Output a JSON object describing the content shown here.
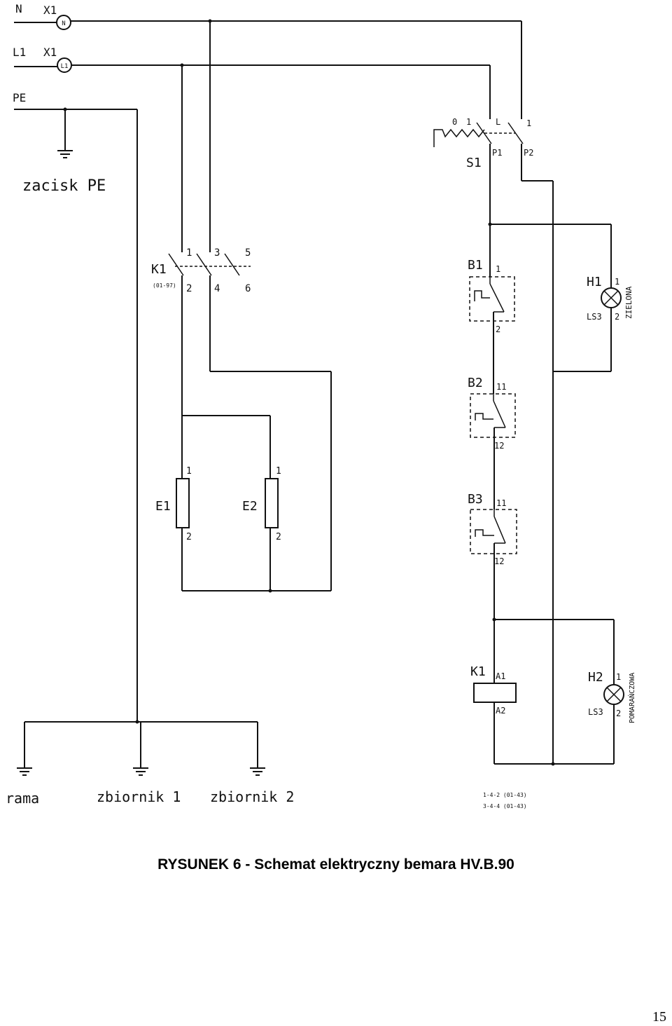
{
  "diagram": {
    "labels": {
      "n": "N",
      "x1_n": "X1",
      "term_n": "N",
      "l1": "L1",
      "x1_l1": "X1",
      "term_l1": "L1",
      "pe": "PE",
      "pe_clamp": "zacisk PE",
      "k1": "K1",
      "k1_sub": "(01-97)",
      "k1_c1": "1",
      "k1_c3": "3",
      "k1_c5": "5",
      "k1_c2": "2",
      "k1_c4": "4",
      "k1_c6": "6",
      "e1": "E1",
      "e1_p1": "1",
      "e1_p2": "2",
      "e2": "E2",
      "e2_p1": "1",
      "e2_p2": "2",
      "s1": "S1",
      "s1_0": "0",
      "s1_1": "1",
      "s1_l": "L",
      "s1_1b": "1",
      "p1": "P1",
      "p2": "P2",
      "b1": "B1",
      "b1_t1": "1",
      "b1_t2": "2",
      "b2": "B2",
      "b2_t1": "11",
      "b2_t2": "12",
      "b3": "B3",
      "b3_t1": "11",
      "b3_t2": "12",
      "h1": "H1",
      "h1_ls": "LS3",
      "h1_p1": "1",
      "h1_p2": "2",
      "h1_color": "ZIELONA",
      "h2": "H2",
      "h2_ls": "LS3",
      "h2_p1": "1",
      "h2_p2": "2",
      "h2_color": "POMARAŃCZOWA",
      "k1_coil": "K1",
      "a1": "A1",
      "a2": "A2",
      "rama": "rama",
      "zbiornik1": "zbiornik 1",
      "zbiornik2": "zbiornik 2",
      "note1": "1-4-2  (01-43)",
      "note2": "3-4-4  (01-43)"
    }
  },
  "caption": "RYSUNEK 6 - Schemat elektryczny bemara HV.B.90",
  "page_number": "15"
}
